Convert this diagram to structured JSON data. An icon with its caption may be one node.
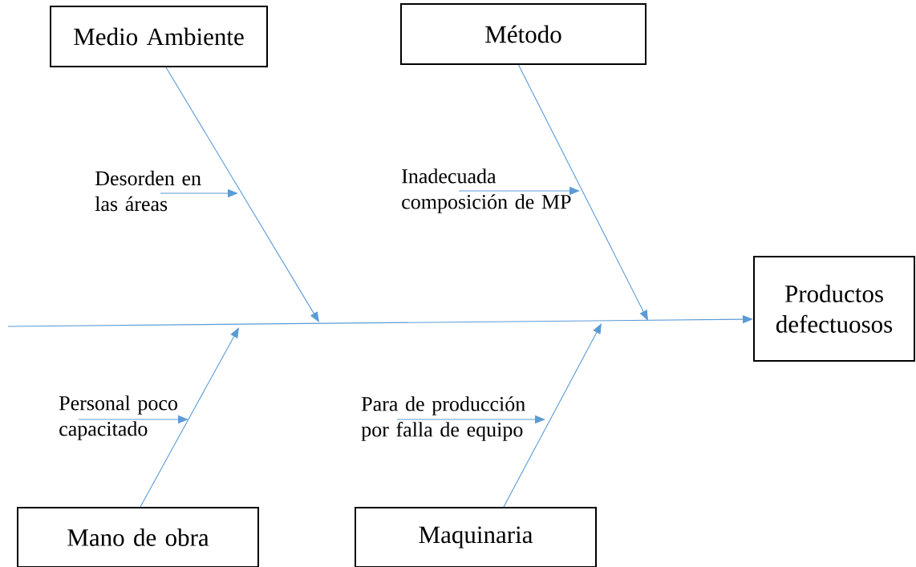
{
  "diagram": {
    "nodes": [
      {
        "text": [
          "Medio Ambiente"
        ]
      },
      {
        "text": [
          "Método"
        ]
      },
      {
        "text": [
          "Productos defectuosos"
        ]
      },
      {
        "text": [
          "Mano de obra"
        ]
      },
      {
        "text": [
          "Maquinaria"
        ]
      },
      {
        "text": [
          "Desorden en las áreas"
        ]
      },
      {
        "text": [
          "Inadecuada composición de MP"
        ]
      },
      {
        "text": [
          "Personal poco capacitado"
        ]
      },
      {
        "text": [
          "Para de producción por falla de equipo"
        ]
      }
    ],
    "edges": [
      {
        "from": null,
        "to": 2,
        "arrow": "to"
      },
      {
        "from": 0,
        "to": null,
        "arrow": "to"
      },
      {
        "from": 1,
        "to": null,
        "arrow": "to"
      },
      {
        "from": 3,
        "to": null,
        "arrow": "to"
      },
      {
        "from": 4,
        "to": null,
        "arrow": "to"
      },
      {
        "from": 5,
        "to": null,
        "arrow": "to"
      },
      {
        "from": 6,
        "to": null,
        "arrow": "to"
      },
      {
        "from": 7,
        "to": null,
        "arrow": "to"
      },
      {
        "from": 8,
        "to": null,
        "arrow": "to"
      }
    ]
  }
}
